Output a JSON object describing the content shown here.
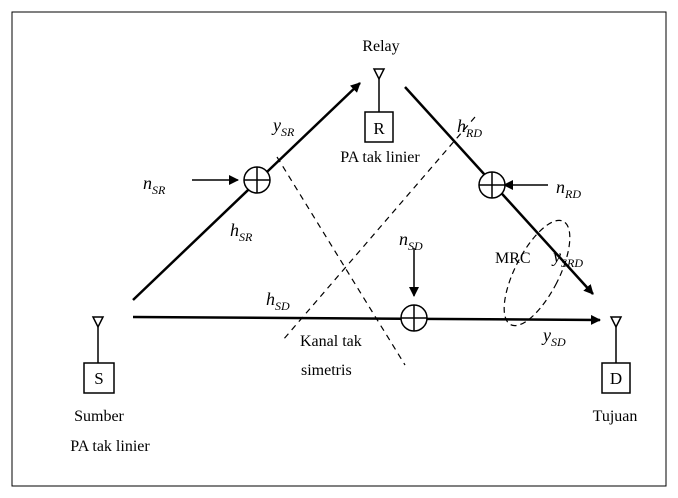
{
  "nodes": {
    "relay": {
      "title": "Relay",
      "box": "R",
      "pa": "PA tak linier"
    },
    "source": {
      "box": "S",
      "title": "Sumber",
      "pa": "PA tak linier"
    },
    "destination": {
      "box": "D",
      "title": "Tujuan"
    }
  },
  "signals": {
    "y_sr": {
      "base": "y",
      "sub": "SR"
    },
    "h_sr": {
      "base": "h",
      "sub": "SR"
    },
    "n_sr": {
      "base": "n",
      "sub": "SR"
    },
    "h_rd": {
      "base": "h",
      "sub": "RD"
    },
    "n_rd": {
      "base": "n",
      "sub": "RD"
    },
    "y_srd": {
      "base": "y",
      "sub": "SRD"
    },
    "n_sd": {
      "base": "n",
      "sub": "SD"
    },
    "h_sd": {
      "base": "h",
      "sub": "SD"
    },
    "y_sd": {
      "base": "y",
      "sub": "SD"
    }
  },
  "labels": {
    "mrc": "MRC",
    "channel_line1": "Kanal tak",
    "channel_line2": "simetris"
  }
}
